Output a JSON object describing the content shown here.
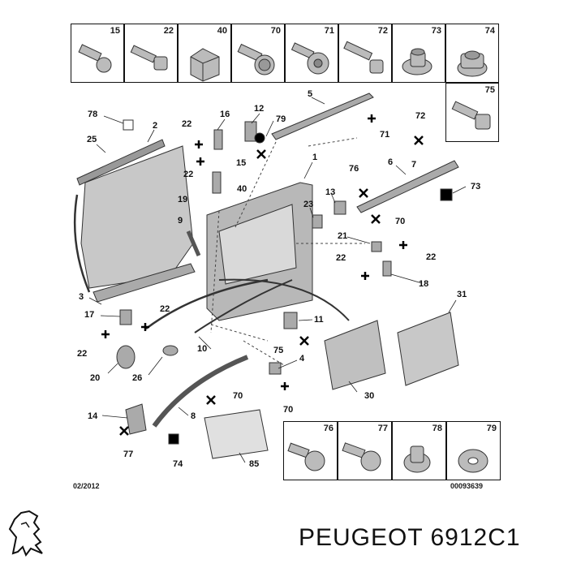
{
  "hardware_top": [
    {
      "num": "15",
      "icon": "hex-bolt-icon"
    },
    {
      "num": "22",
      "icon": "bolt-icon"
    },
    {
      "num": "40",
      "icon": "block-icon"
    },
    {
      "num": "70",
      "icon": "flange-bolt-icon"
    },
    {
      "num": "71",
      "icon": "torx-screw-icon"
    },
    {
      "num": "72",
      "icon": "screw-icon"
    },
    {
      "num": "73",
      "icon": "flange-nut-icon"
    },
    {
      "num": "74",
      "icon": "nut-icon"
    },
    {
      "num": "75",
      "icon": "bolt-icon"
    }
  ],
  "hardware_bottom": [
    {
      "num": "76",
      "icon": "hex-bolt-icon"
    },
    {
      "num": "77",
      "icon": "flange-bolt-icon"
    },
    {
      "num": "78",
      "icon": "clip-icon"
    },
    {
      "num": "79",
      "icon": "washer-icon"
    }
  ],
  "callouts": {
    "c78": "78",
    "c25": "25",
    "c2": "2",
    "c16": "16",
    "c12": "12",
    "c79": "79",
    "c5": "5",
    "c22a": "22",
    "c22b": "22",
    "c15": "15",
    "c40": "40",
    "c19": "19",
    "c72": "72",
    "c71": "71",
    "c1": "1",
    "c76": "76",
    "c6": "6",
    "c7": "7",
    "c73": "73",
    "c23": "23",
    "c13": "13",
    "c70a": "70",
    "c9": "9",
    "c21": "21",
    "c22c": "22",
    "c22d": "22",
    "c18": "18",
    "c3": "3",
    "c31": "31",
    "c17": "17",
    "c22e": "22",
    "c11": "11",
    "c22f": "22",
    "c75": "75",
    "c10": "10",
    "c4": "4",
    "c20": "20",
    "c26": "26",
    "c30": "30",
    "c70b": "70",
    "c70c": "70",
    "c14": "14",
    "c8": "8",
    "c77": "77",
    "c74": "74",
    "c85": "85"
  },
  "footer": {
    "date": "02/2012",
    "code": "00093639"
  },
  "brand": {
    "name": "PEUGEOT 6912C1"
  }
}
